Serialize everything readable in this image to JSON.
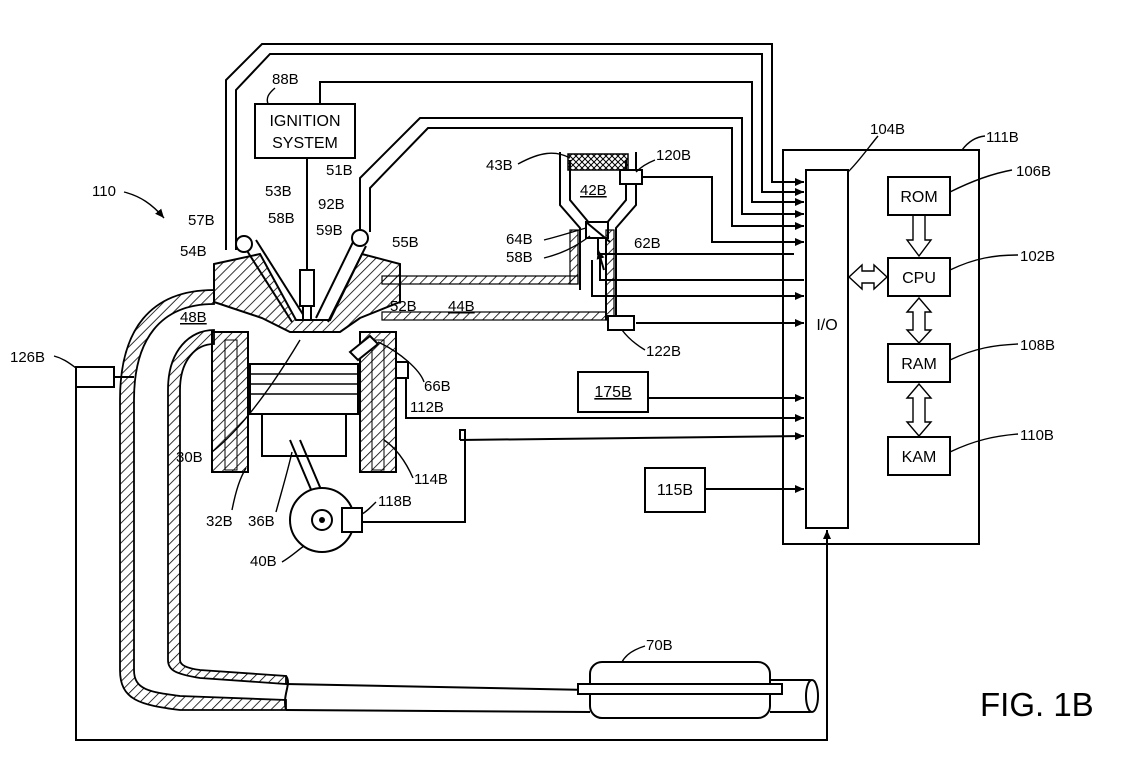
{
  "figure_label": "FIG. 1B",
  "ref_main": "110",
  "boxes": {
    "ignition_line1": "IGNITION",
    "ignition_line2": "SYSTEM",
    "io": "I/O",
    "rom": "ROM",
    "cpu": "CPU",
    "ram": "RAM",
    "kam": "KAM",
    "box_115": "115B",
    "box_175": "175B"
  },
  "labels": {
    "l88": "88B",
    "l53": "53B",
    "l57": "57B",
    "l58a": "58B",
    "l54": "54B",
    "l92": "92B",
    "l51": "51B",
    "l59": "59B",
    "l55": "55B",
    "l43": "43B",
    "l42": "42B",
    "l120": "120B",
    "l64": "64B",
    "l58b": "58B",
    "l62": "62B",
    "l48": "48B",
    "l52": "52B",
    "l44": "44B",
    "l122": "122B",
    "l126": "126B",
    "l66": "66B",
    "l112": "112B",
    "l30": "30B",
    "l114": "114B",
    "l32": "32B",
    "l36": "36B",
    "l118": "118B",
    "l40": "40B",
    "l70": "70B",
    "l104": "104B",
    "l111": "111B",
    "l106": "106B",
    "l102": "102B",
    "l108": "108B",
    "l110": "110B"
  }
}
